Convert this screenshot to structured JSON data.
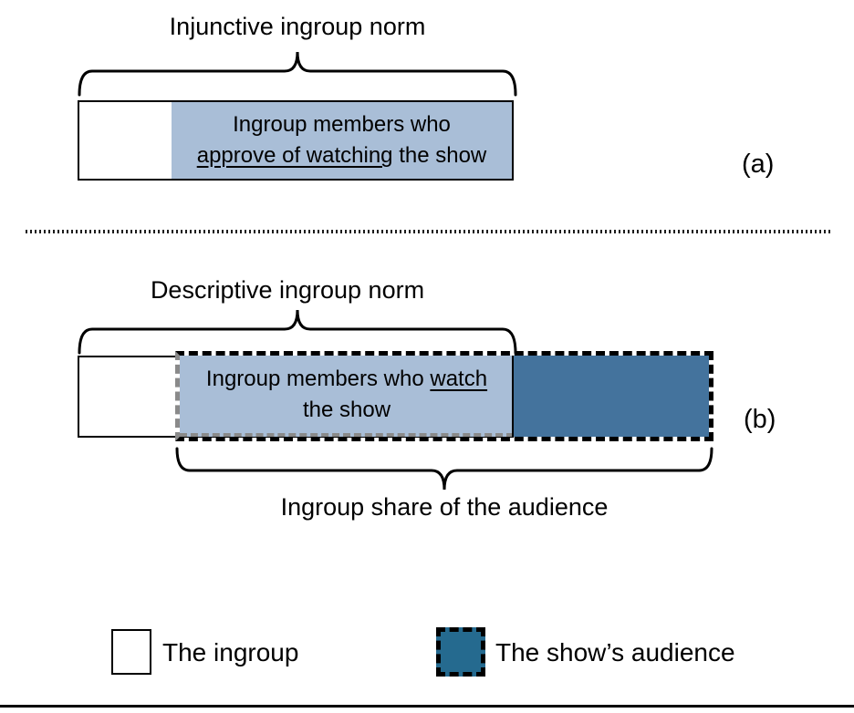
{
  "panel_a": {
    "title": "Injunctive ingroup norm",
    "bar_line1": "Ingroup members who",
    "bar_line2_underlined": "approve of watching",
    "bar_line2_rest": " the show",
    "label": "(a)"
  },
  "panel_b": {
    "title": "Descriptive ingroup norm",
    "bar_line1_rest": "Ingroup members who ",
    "bar_line1_underlined": "watch",
    "bar_line2": "the show",
    "label": "(b)",
    "audience_brace_label": "Ingroup share of the audience"
  },
  "legend": {
    "ingroup_label": "The ingroup",
    "audience_label": "The show’s audience"
  },
  "colors": {
    "overlap_light_blue": "#a9bed7",
    "audience_dark_blue": "#44739d",
    "legend_audience_fill": "#256a8f",
    "dash_gray": "#8a8a8a",
    "line_black": "#000000"
  }
}
